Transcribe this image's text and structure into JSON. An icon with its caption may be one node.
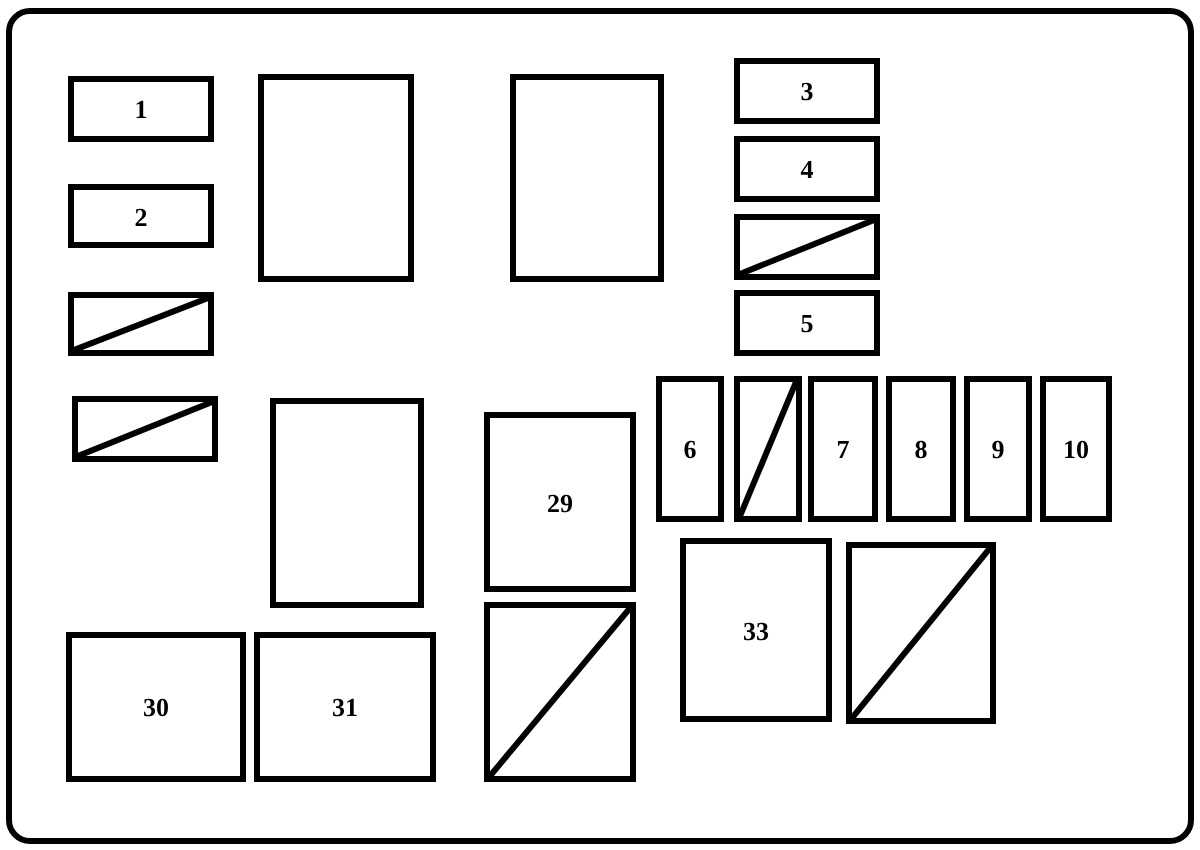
{
  "diagram": {
    "nodes": [
      {
        "text": [
          "1"
        ]
      },
      {
        "text": [],
        "shape": "box"
      },
      {
        "text": [],
        "shape": "box"
      },
      {
        "text": [
          "3"
        ]
      },
      {
        "text": [
          "4"
        ]
      },
      {
        "text": [
          "2"
        ]
      },
      {
        "text": [],
        "shape": "box"
      },
      {
        "text": [],
        "shape": "box"
      },
      {
        "text": [
          "5"
        ]
      },
      {
        "text": [
          "6"
        ]
      },
      {
        "text": [],
        "shape": "box"
      },
      {
        "text": [
          "7"
        ]
      },
      {
        "text": [
          "8"
        ]
      },
      {
        "text": [
          "9"
        ]
      },
      {
        "text": [
          "10"
        ]
      },
      {
        "text": [],
        "shape": "box"
      },
      {
        "text": [],
        "shape": "box"
      },
      {
        "text": [
          "29"
        ]
      },
      {
        "text": [
          "33"
        ]
      },
      {
        "text": [],
        "shape": "box"
      },
      {
        "text": [],
        "shape": "box"
      },
      {
        "text": [
          "30"
        ]
      },
      {
        "text": [
          "31"
        ]
      }
    ]
  }
}
